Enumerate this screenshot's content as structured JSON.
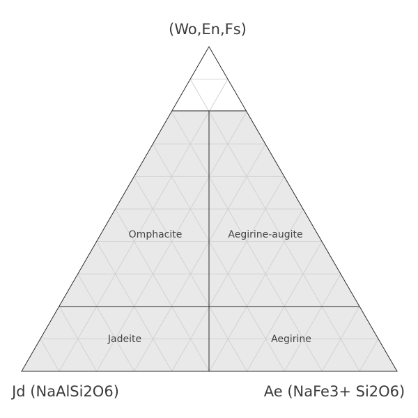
{
  "diagram": {
    "apex_top": "(Wo,En,Fs)",
    "apex_left": "Jd (NaAlSi2O6)",
    "apex_right": "Ae (NaFe3+ Si2O6)",
    "fields": {
      "omphacite": "Omphacite",
      "aegirine_augite": "Aegirine-augite",
      "jadeite": "Jadeite",
      "aegirine": "Aegirine"
    },
    "colors": {
      "fill": "#e9e9e9",
      "grid": "#d2d2d2",
      "outline": "#2b2b2b",
      "text": "#3a3a3a"
    }
  }
}
